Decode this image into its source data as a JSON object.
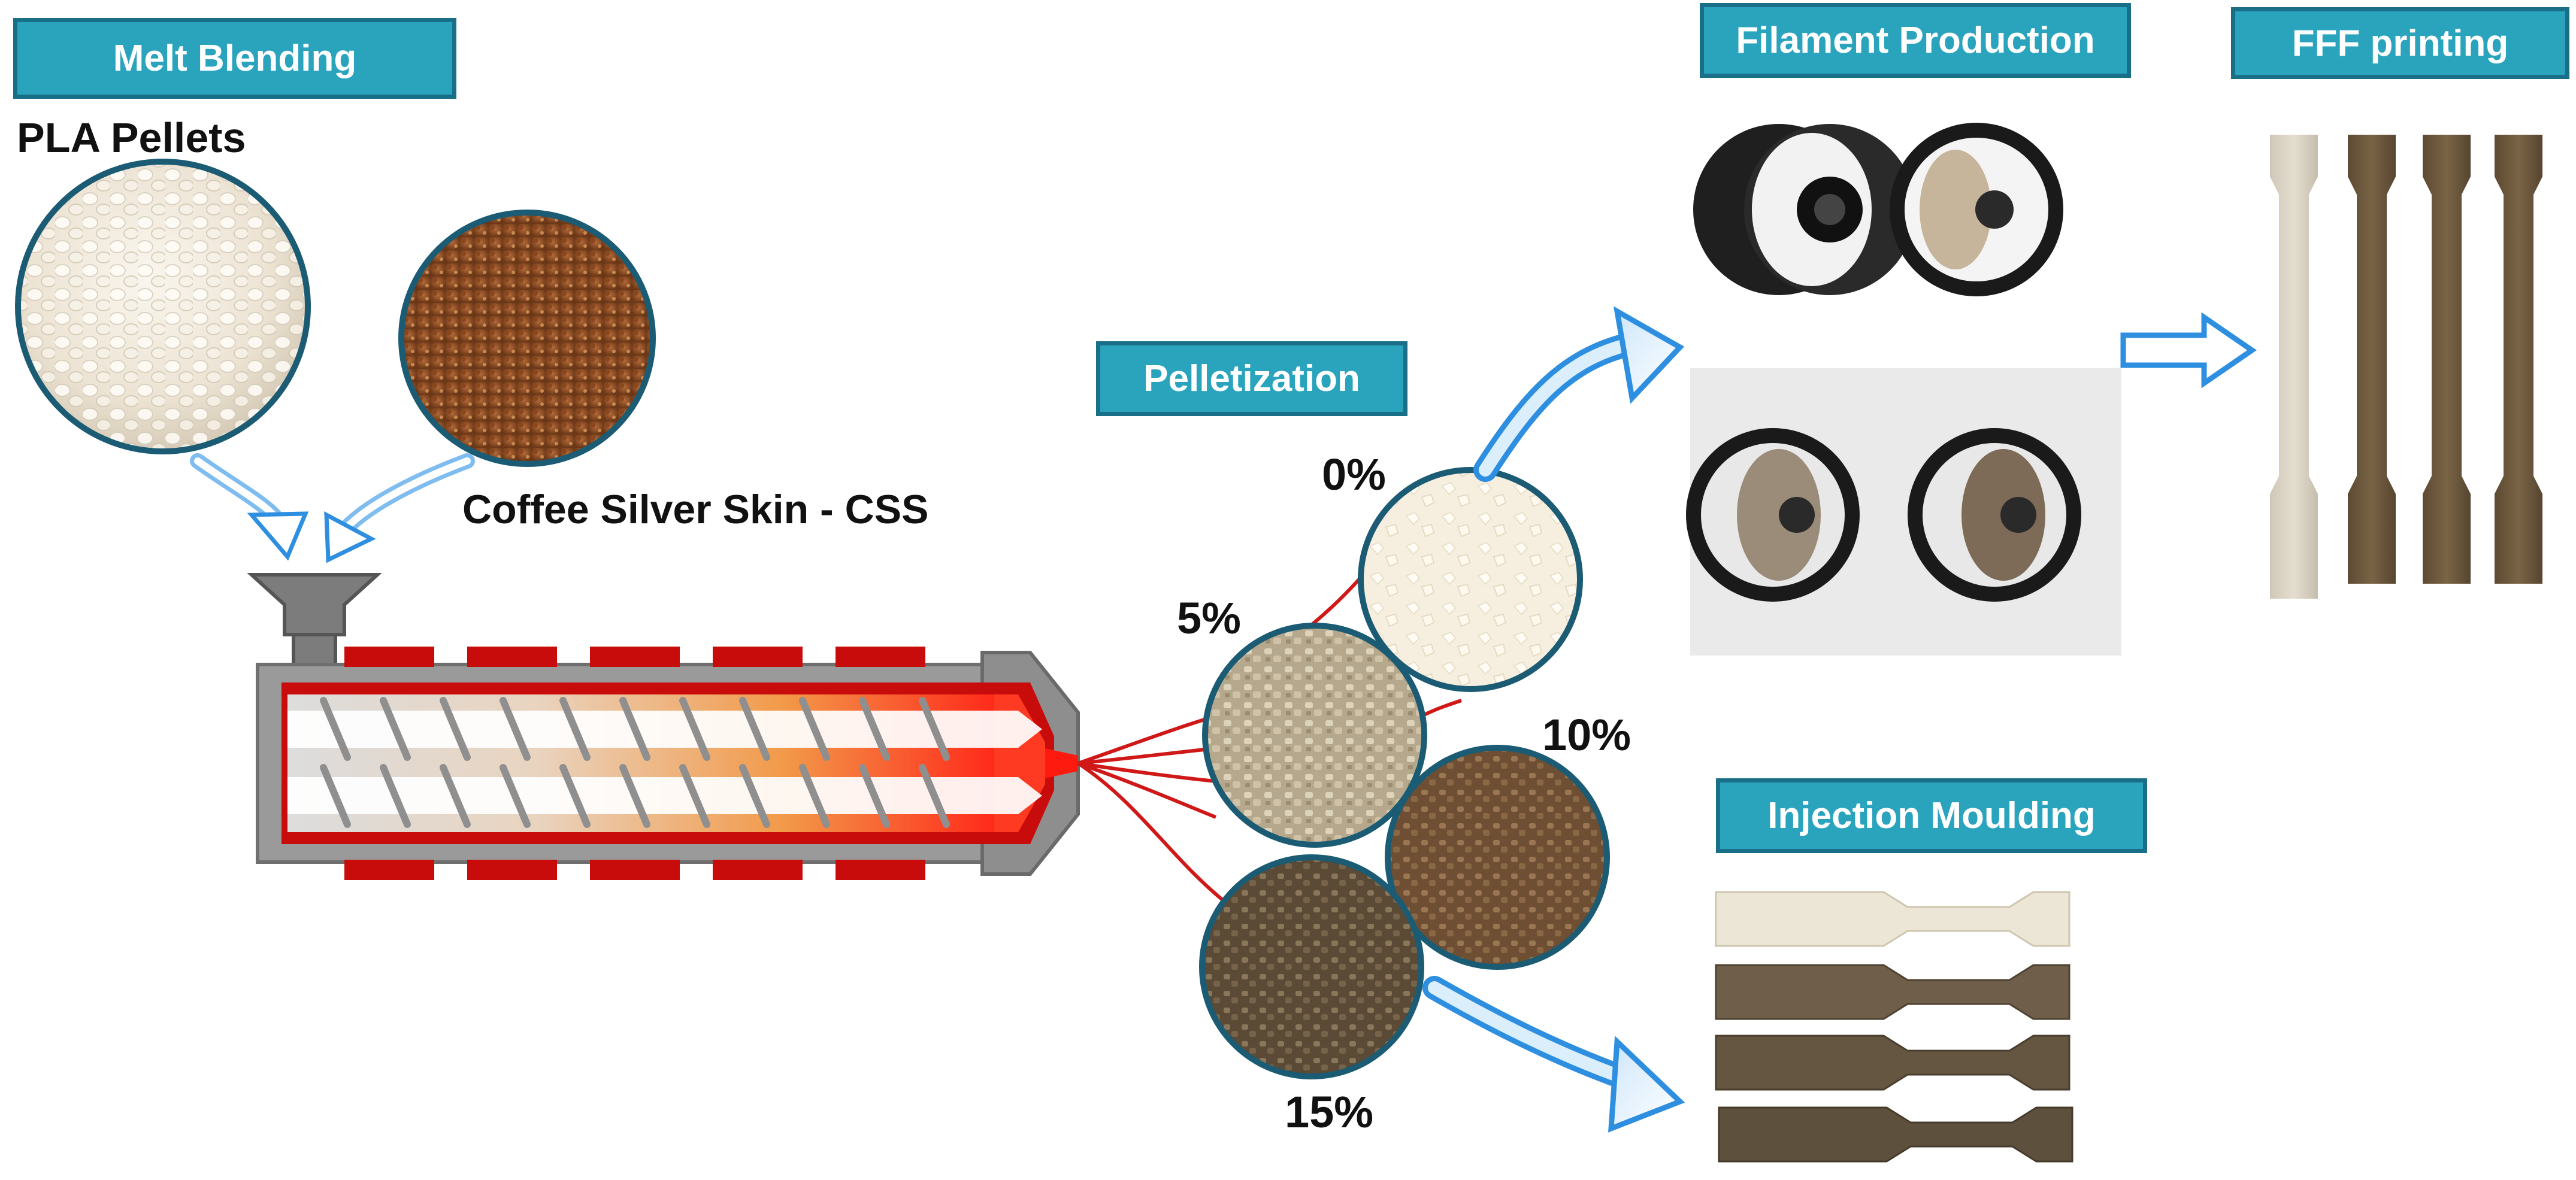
{
  "stages": {
    "melt_blending": "Melt Blending",
    "pelletization": "Pelletization",
    "filament_production": "Filament Production",
    "fff_printing": "FFF printing",
    "injection_moulding": "Injection Moulding"
  },
  "materials": {
    "pla": "PLA Pellets",
    "css": "Coffee Silver Skin - CSS"
  },
  "concentrations": [
    "0%",
    "5%",
    "10%",
    "15%"
  ],
  "colors": {
    "title_fill": "#2aa3bd",
    "title_border": "#1a6f88",
    "arrow_blue": "#2e8fe0",
    "heater_red": "#c80b0b",
    "barrel_grey": "#9a9a9a",
    "line_red": "#d01818"
  }
}
